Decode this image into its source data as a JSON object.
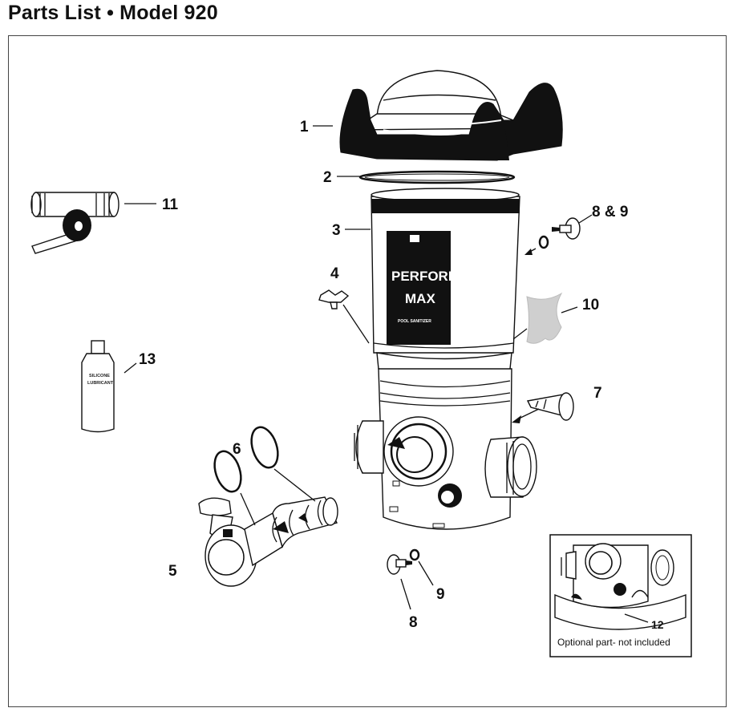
{
  "header": {
    "title": "Parts List • Model 920"
  },
  "callouts": {
    "p1": "1",
    "p2": "2",
    "p3": "3",
    "p4": "4",
    "p5": "5",
    "p6": "6",
    "p7": "7",
    "p8_9": "8 & 9",
    "p8": "8",
    "p9": "9",
    "p10": "10",
    "p11": "11",
    "p12": "12",
    "p13": "13"
  },
  "canister_label": {
    "brand_line1": "PERFORM-",
    "brand_line2": "MAX",
    "subtitle": "POOL SANITIZER"
  },
  "bottle_label": {
    "line1": "SILICONE",
    "line2": "LUBRICANT"
  },
  "inset": {
    "caption": "Optional part- not included"
  }
}
